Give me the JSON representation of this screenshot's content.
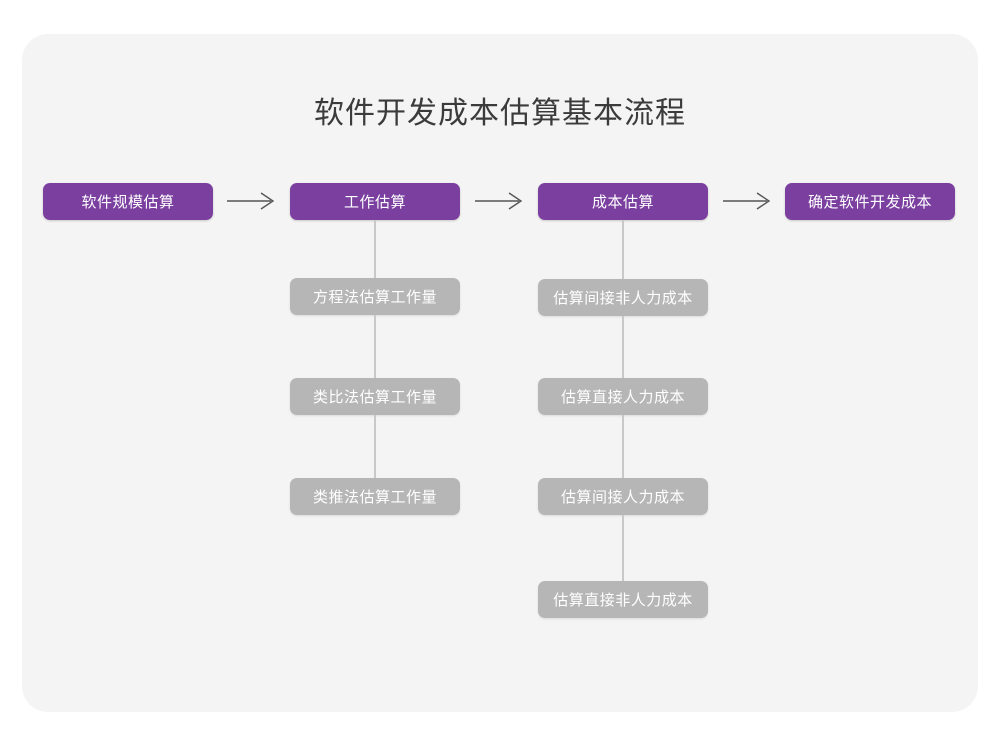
{
  "title": "软件开发成本估算基本流程",
  "theme": {
    "page_background": "#ffffff",
    "card_background": "#f4f4f4",
    "primary_node_color": "#7b3fa0",
    "secondary_node_color": "#b6b6b6",
    "node_text_color": "#ffffff",
    "title_color": "#3b3b3b",
    "connector_color": "#c9c9c9",
    "arrow_color": "#555555"
  },
  "chart_data": {
    "type": "diagram",
    "title": "软件开发成本估算基本流程",
    "orientation": "left-to-right main flow with vertical sub-steps",
    "main_flow": [
      {
        "id": "step1",
        "label": "软件规模估算",
        "style": "primary"
      },
      {
        "id": "step2",
        "label": "工作估算",
        "style": "primary"
      },
      {
        "id": "step3",
        "label": "成本估算",
        "style": "primary"
      },
      {
        "id": "step4",
        "label": "确定软件开发成本",
        "style": "primary"
      }
    ],
    "connectors": [
      {
        "from": "step1",
        "to": "step2",
        "type": "arrow"
      },
      {
        "from": "step2",
        "to": "step3",
        "type": "arrow"
      },
      {
        "from": "step3",
        "to": "step4",
        "type": "arrow"
      },
      {
        "from": "step2",
        "to": "sub2-1",
        "type": "line"
      },
      {
        "from": "sub2-1",
        "to": "sub2-2",
        "type": "line"
      },
      {
        "from": "sub2-2",
        "to": "sub2-3",
        "type": "line"
      },
      {
        "from": "step3",
        "to": "sub3-1",
        "type": "line"
      },
      {
        "from": "sub3-1",
        "to": "sub3-2",
        "type": "line"
      },
      {
        "from": "sub3-2",
        "to": "sub3-3",
        "type": "line"
      },
      {
        "from": "sub3-3",
        "to": "sub3-4",
        "type": "line"
      }
    ],
    "branches": [
      {
        "parent": "step2",
        "parent_label": "工作估算",
        "items": [
          {
            "id": "sub2-1",
            "label": "方程法估算工作量",
            "style": "secondary"
          },
          {
            "id": "sub2-2",
            "label": "类比法估算工作量",
            "style": "secondary"
          },
          {
            "id": "sub2-3",
            "label": "类推法估算工作量",
            "style": "secondary"
          }
        ]
      },
      {
        "parent": "step3",
        "parent_label": "成本估算",
        "items": [
          {
            "id": "sub3-1",
            "label": "估算间接非人力成本",
            "style": "secondary"
          },
          {
            "id": "sub3-2",
            "label": "估算直接人力成本",
            "style": "secondary"
          },
          {
            "id": "sub3-3",
            "label": "估算间接人力成本",
            "style": "secondary"
          },
          {
            "id": "sub3-4",
            "label": "估算直接非人力成本",
            "style": "secondary"
          }
        ]
      }
    ]
  },
  "nodes": {
    "step1": "软件规模估算",
    "step2": "工作估算",
    "step3": "成本估算",
    "step4": "确定软件开发成本",
    "sub2_1": "方程法估算工作量",
    "sub2_2": "类比法估算工作量",
    "sub2_3": "类推法估算工作量",
    "sub3_1": "估算间接非人力成本",
    "sub3_2": "估算直接人力成本",
    "sub3_3": "估算间接人力成本",
    "sub3_4": "估算直接非人力成本"
  }
}
